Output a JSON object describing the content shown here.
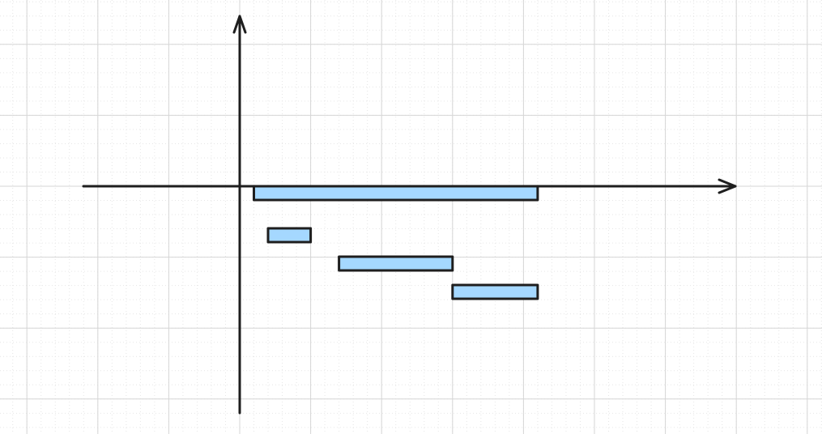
{
  "colors": {
    "background": "#ffffff",
    "grid_major": "#d6d6d6",
    "grid_minor": "#e6e6e6",
    "axis": "#1e1e1e",
    "bar_fill": "#a5d8ff",
    "bar_stroke": "#1e1e1e"
  },
  "canvas": {
    "grid": true,
    "minor_grid": "dotted"
  },
  "diagram": {
    "type": "gantt-style bar sketch",
    "axes": [
      "x-axis-arrow",
      "y-axis-arrow"
    ],
    "bars": [
      {
        "id": "bar-1",
        "row": 0,
        "start": 0.2,
        "end": 4.2
      },
      {
        "id": "bar-2",
        "row": 1,
        "start": 0.4,
        "end": 1.0
      },
      {
        "id": "bar-3",
        "row": 2,
        "start": 1.4,
        "end": 3.0
      },
      {
        "id": "bar-4",
        "row": 3,
        "start": 3.0,
        "end": 4.2
      }
    ]
  }
}
